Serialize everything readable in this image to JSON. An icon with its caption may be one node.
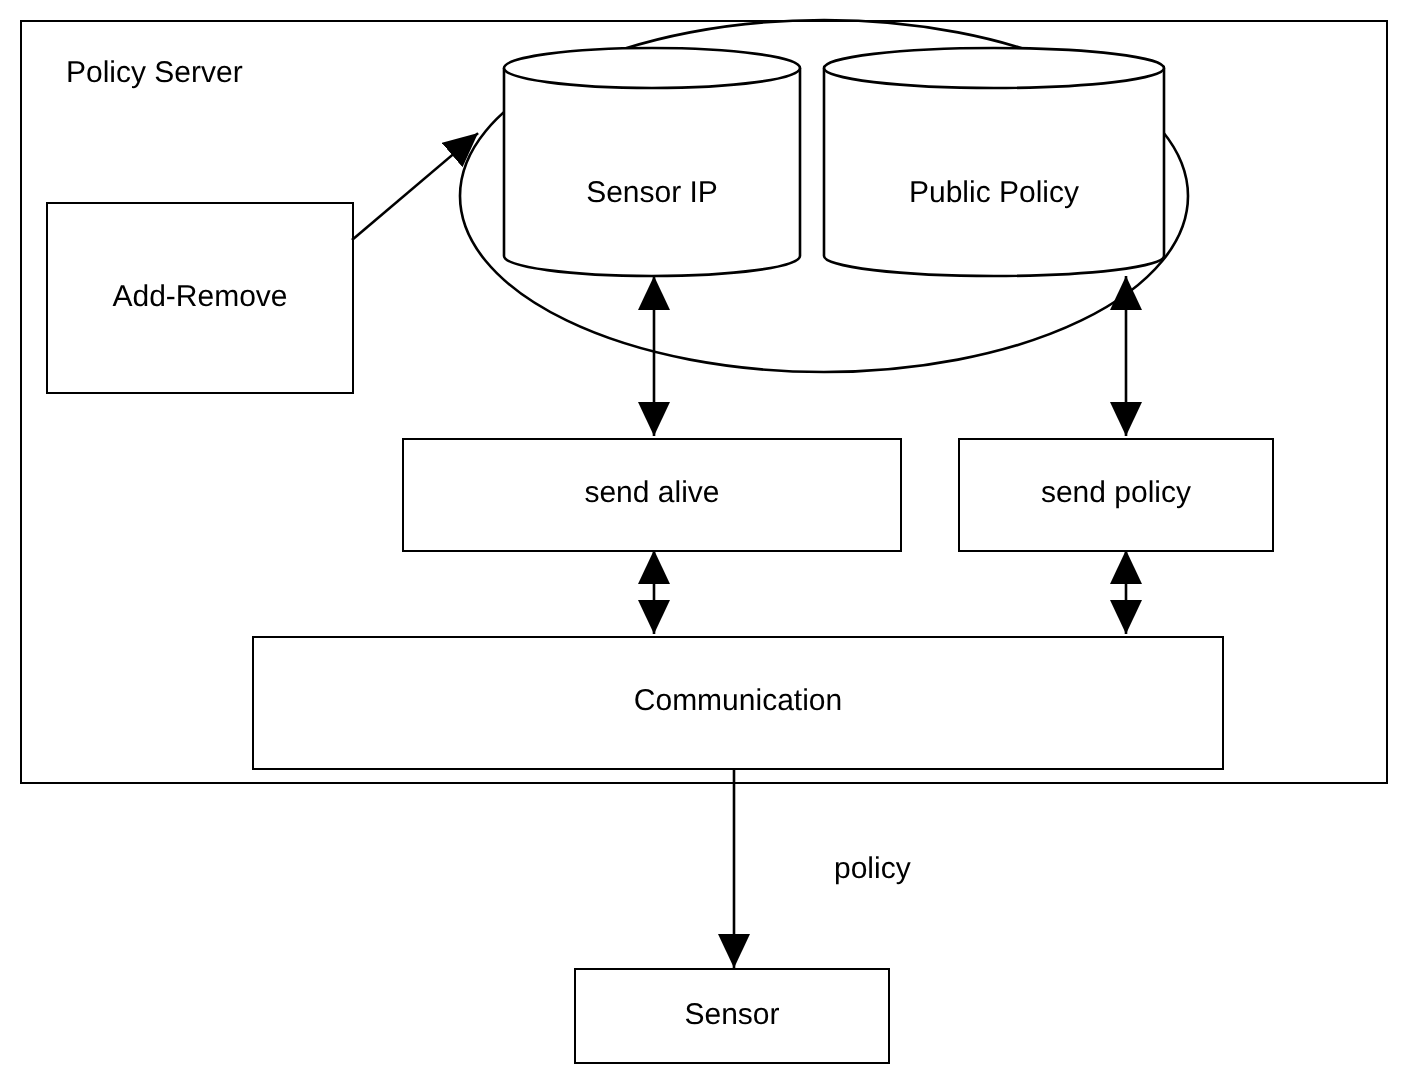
{
  "diagram": {
    "nodes": [
      {
        "text": [
          "Policy Server"
        ]
      },
      {
        "text": [],
        "shape": "ellipse",
        "in": 0
      },
      {
        "text": [
          "Sensor IP"
        ],
        "in": 1
      },
      {
        "text": [
          "Public Policy"
        ],
        "in": 1
      },
      {
        "text": [
          "Add-Remove"
        ],
        "in": 0
      },
      {
        "text": [
          "send alive"
        ],
        "in": 0
      },
      {
        "text": [
          "send policy"
        ],
        "in": 0
      },
      {
        "text": [
          "Communication"
        ],
        "in": 0
      },
      {
        "text": [
          "Sensor"
        ]
      }
    ],
    "edges": [
      {
        "from": 4,
        "to": 1,
        "arrow": "to"
      },
      {
        "from": 2,
        "to": 5,
        "arrow": "both"
      },
      {
        "from": 3,
        "to": 6,
        "arrow": "both"
      },
      {
        "from": 5,
        "to": 7,
        "arrow": "both"
      },
      {
        "from": 6,
        "to": 7,
        "arrow": "both"
      },
      {
        "from": 7,
        "to": 8,
        "arrow": "to",
        "label": "policy"
      }
    ]
  }
}
